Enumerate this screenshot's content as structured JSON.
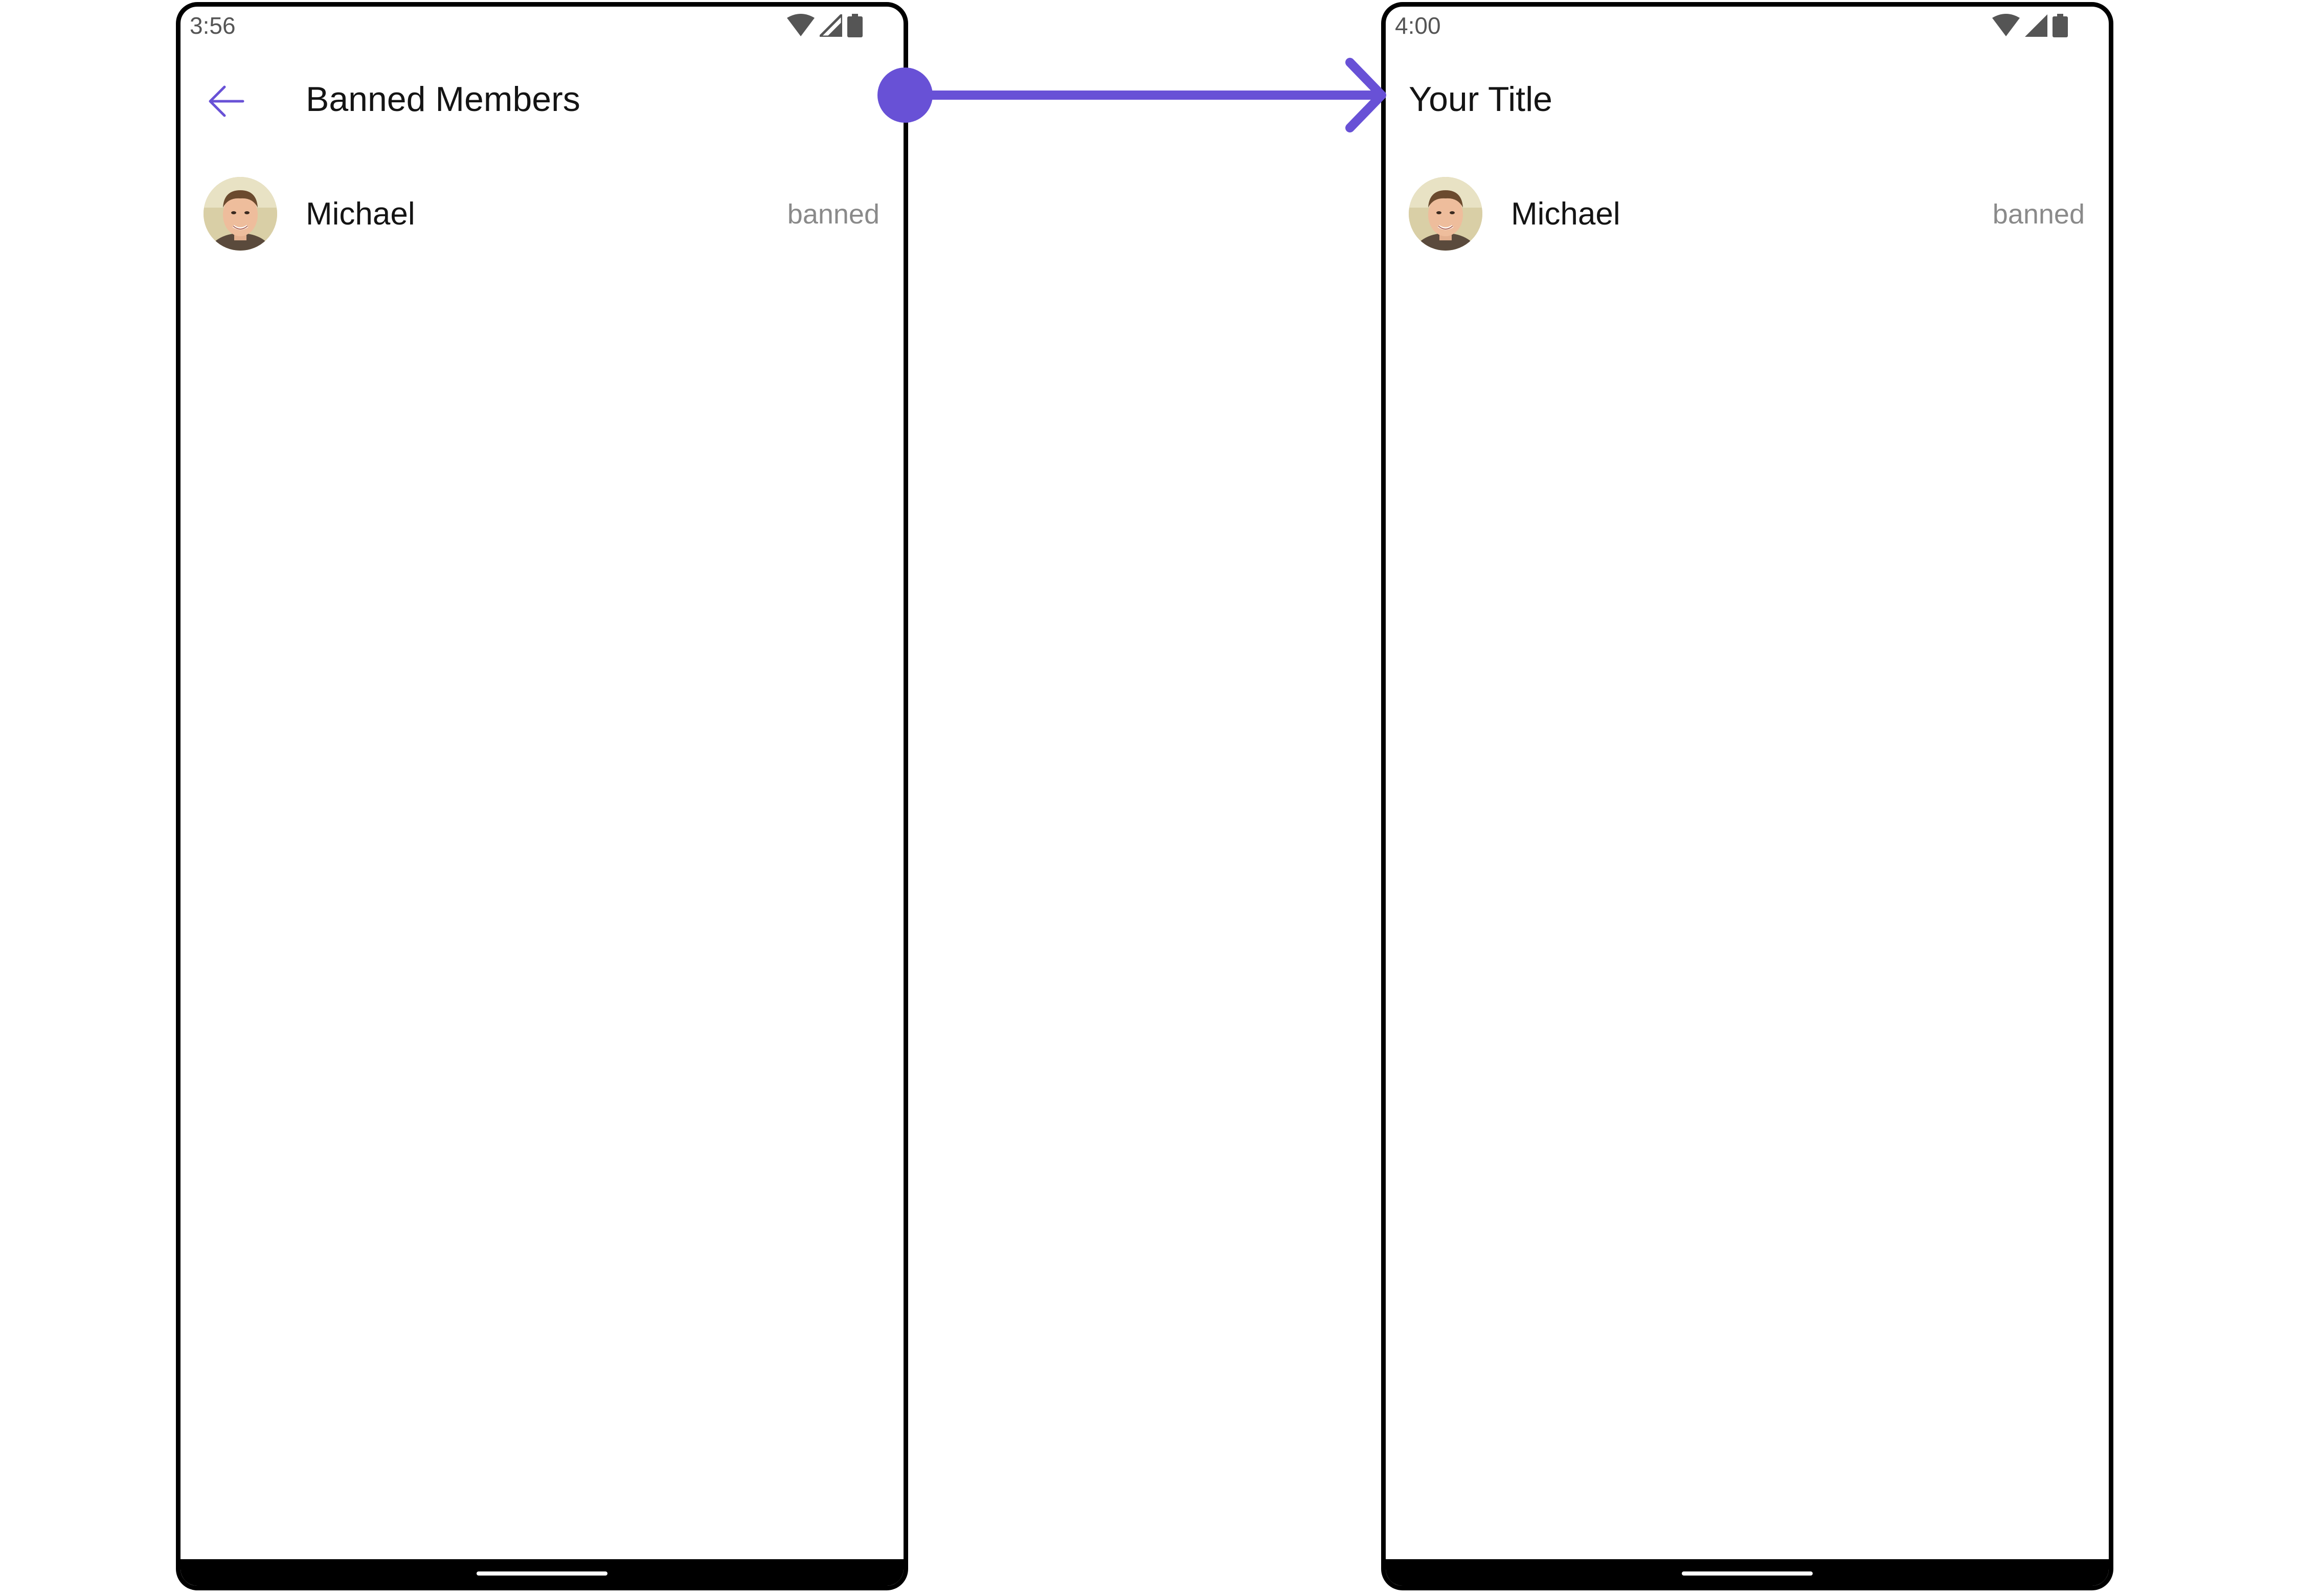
{
  "colors": {
    "accent": "#6851D6",
    "title_text": "#141414",
    "status_text": "#8A8A8A",
    "frame": "#000000"
  },
  "left_screen": {
    "status_bar": {
      "time": "3:56",
      "icons": [
        "wifi-icon",
        "signal-icon",
        "battery-icon"
      ]
    },
    "header": {
      "back_icon": "arrow-left-icon",
      "title": "Banned Members"
    },
    "members": [
      {
        "name": "Michael",
        "status": "banned",
        "avatar": "avatar-photo"
      }
    ]
  },
  "right_screen": {
    "status_bar": {
      "time": "4:00",
      "icons": [
        "wifi-icon",
        "signal-icon",
        "battery-icon"
      ]
    },
    "header": {
      "title": "Your Title"
    },
    "members": [
      {
        "name": "Michael",
        "status": "banned",
        "avatar": "avatar-photo"
      }
    ]
  },
  "connector": {
    "icon": "arrow-right-icon"
  }
}
